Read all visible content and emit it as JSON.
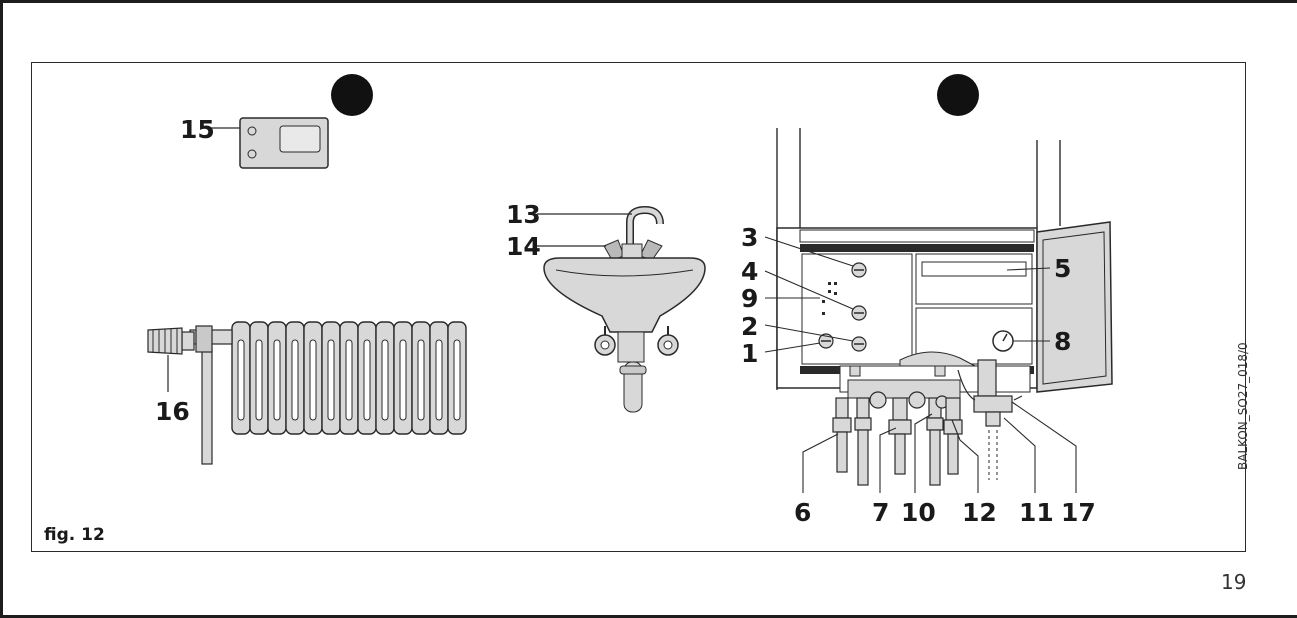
{
  "figure": {
    "caption": "fig. 12",
    "side_code": "BALKON_SO27_018/0",
    "page_number": "19"
  },
  "callouts": {
    "c1": "1",
    "c2": "2",
    "c3": "3",
    "c4": "4",
    "c5": "5",
    "c6": "6",
    "c7": "7",
    "c8": "8",
    "c9": "9",
    "c10": "10",
    "c11": "11",
    "c12": "12",
    "c13": "13",
    "c14": "14",
    "c15": "15",
    "c16": "16",
    "c17": "17"
  },
  "colors": {
    "device_fill": "#d8d8d8",
    "device_shade": "#b9b9b9",
    "line": "#2a2a2a",
    "marker": "#111111"
  }
}
